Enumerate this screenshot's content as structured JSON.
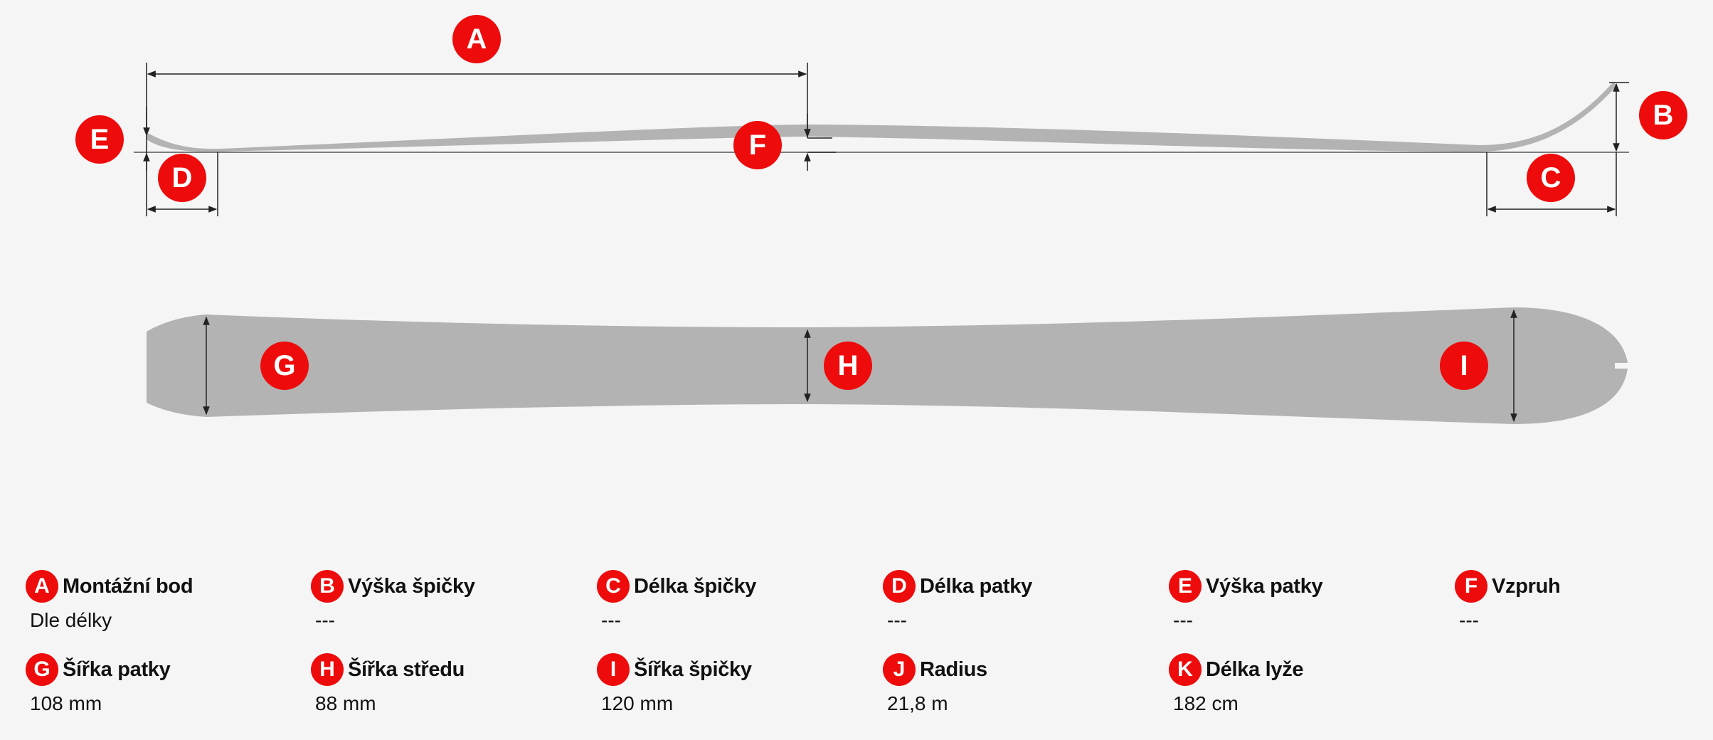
{
  "diagram_markers": {
    "A": "A",
    "B": "B",
    "C": "C",
    "D": "D",
    "E": "E",
    "F": "F",
    "G": "G",
    "H": "H",
    "I": "I"
  },
  "colors": {
    "accent": "#ee0b0b",
    "ski": "#b3b3b3",
    "background": "#f5f5f5",
    "dimension_line": "#222222"
  },
  "legend": [
    {
      "letter": "A",
      "title": "Montážní bod",
      "value": "Dle délky"
    },
    {
      "letter": "B",
      "title": "Výška špičky",
      "value": "---"
    },
    {
      "letter": "C",
      "title": "Délka špičky",
      "value": "---"
    },
    {
      "letter": "D",
      "title": "Délka patky",
      "value": "---"
    },
    {
      "letter": "E",
      "title": "Výška patky",
      "value": "---"
    },
    {
      "letter": "F",
      "title": "Vzpruh",
      "value": "---"
    },
    {
      "letter": "G",
      "title": "Šířka patky",
      "value": "108 mm"
    },
    {
      "letter": "H",
      "title": "Šířka středu",
      "value": "88 mm"
    },
    {
      "letter": "I",
      "title": "Šířka špičky",
      "value": "120 mm"
    },
    {
      "letter": "J",
      "title": "Radius",
      "value": "21,8 m"
    },
    {
      "letter": "K",
      "title": "Délka lyže",
      "value": "182 cm"
    }
  ]
}
